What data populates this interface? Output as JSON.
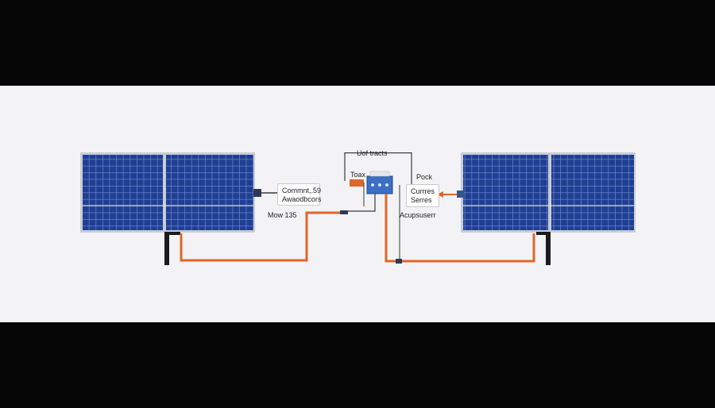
{
  "diagram": {
    "labels": {
      "top_center": "Uof tracts",
      "left_box_line1": "Commnt,.59",
      "left_box_line2": "Awaodbcors",
      "left_below": "Mow 135",
      "center_small": "Toax",
      "right_top": "Pock",
      "right_box_line1": "Currres",
      "right_box_line2": "Serres",
      "right_below": "Acupsuserr"
    },
    "colors": {
      "panel_cell": "#1f3f93",
      "panel_frame": "#c8ccd6",
      "cable": "#e0662a",
      "wire": "#3a3a3a",
      "controller": "#3a6fc4",
      "stand": "#1b1b1b"
    },
    "icons": [
      "solar-panel-icon",
      "charge-controller-icon",
      "connector-icon",
      "arrow-left-icon"
    ]
  }
}
